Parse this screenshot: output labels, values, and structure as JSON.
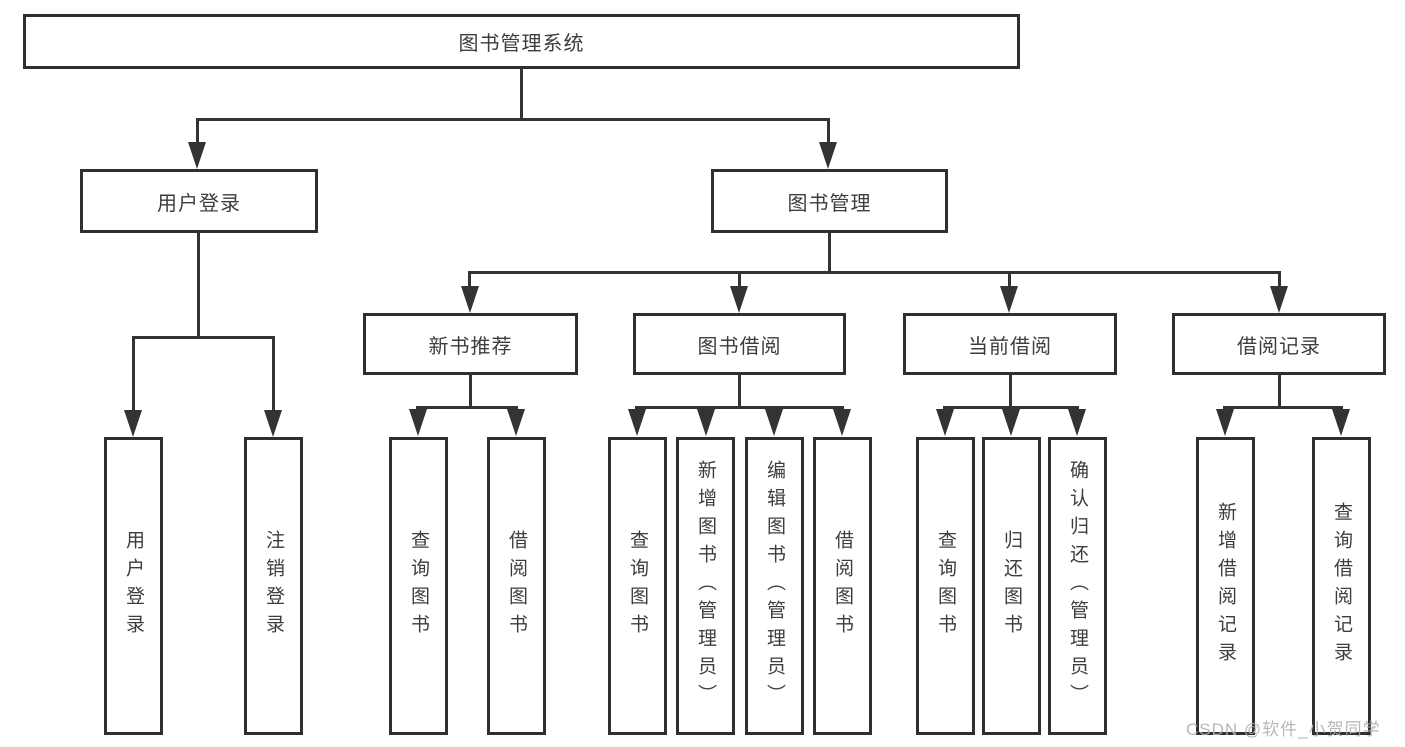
{
  "diagram": {
    "root": {
      "label": "图书管理系统"
    },
    "level2": [
      {
        "label": "用户登录"
      },
      {
        "label": "图书管理"
      }
    ],
    "level3": [
      {
        "label": "新书推荐"
      },
      {
        "label": "图书借阅"
      },
      {
        "label": "当前借阅"
      },
      {
        "label": "借阅记录"
      }
    ],
    "leaves": {
      "user_login": [
        "用户登录",
        "注销登录"
      ],
      "new_books": [
        "查询图书",
        "借阅图书"
      ],
      "book_borrow": [
        "查询图书",
        "新增图书（管理员）",
        "编辑图书（管理员）",
        "借阅图书"
      ],
      "current_borrow": [
        "查询图书",
        "归还图书",
        "确认归还（管理员）"
      ],
      "borrow_records": [
        "新增借阅记录",
        "查询借阅记录"
      ]
    },
    "watermark": "CSDN @软件_小贺同学",
    "colors": {
      "line": "#333333",
      "border": "#2f2f2f",
      "text": "#3d3d3d",
      "watermark": "#b0b0b0"
    }
  }
}
